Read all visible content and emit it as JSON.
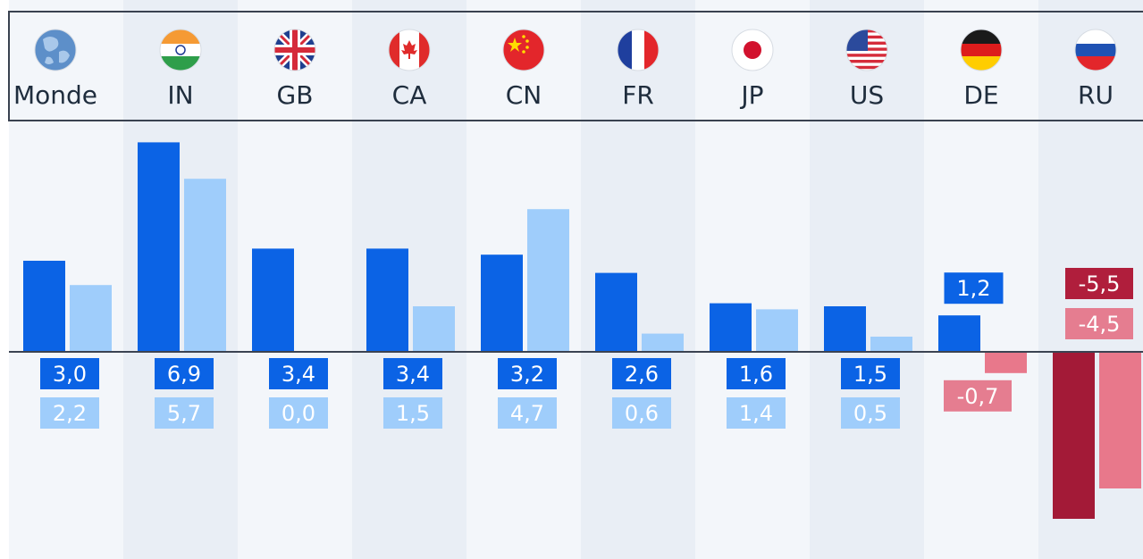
{
  "chart_data": {
    "type": "bar",
    "title": "",
    "xlabel": "",
    "ylabel": "",
    "categories": [
      "Monde",
      "IN",
      "GB",
      "CA",
      "CN",
      "FR",
      "JP",
      "US",
      "DE",
      "RU"
    ],
    "series": [
      {
        "values": [
          3.0,
          6.9,
          3.4,
          3.4,
          3.2,
          2.6,
          1.6,
          1.5,
          1.2,
          -5.5
        ]
      },
      {
        "values": [
          2.2,
          5.7,
          0.0,
          1.5,
          4.7,
          0.6,
          1.4,
          0.5,
          -0.7,
          -4.5
        ]
      }
    ],
    "value_labels": [
      [
        "3,0",
        "6,9",
        "3,4",
        "3,4",
        "3,2",
        "2,6",
        "1,6",
        "1,5",
        "1,2",
        "-5,5"
      ],
      [
        "2,2",
        "5,7",
        "0,0",
        "1,5",
        "4,7",
        "0,6",
        "1,4",
        "0,5",
        "-0,7",
        "-4,5"
      ]
    ],
    "flag_icons": [
      "globe-icon",
      "india-flag-icon",
      "uk-flag-icon",
      "canada-flag-icon",
      "china-flag-icon",
      "france-flag-icon",
      "japan-flag-icon",
      "usa-flag-icon",
      "germany-flag-icon",
      "russia-flag-icon"
    ],
    "ylim": [
      -5.5,
      6.9
    ],
    "grid": false,
    "colors": {
      "series1_positive": "#0b63e5",
      "series2_positive": "#9fcdfb",
      "series1_negative": "#a31a37",
      "series2_negative": "#e8788b",
      "label1_negative": "#b01e3c",
      "label2_negative": "#e57d90",
      "column_band_light": "#f3f6fa",
      "column_band_dark": "#e9eef5"
    }
  }
}
